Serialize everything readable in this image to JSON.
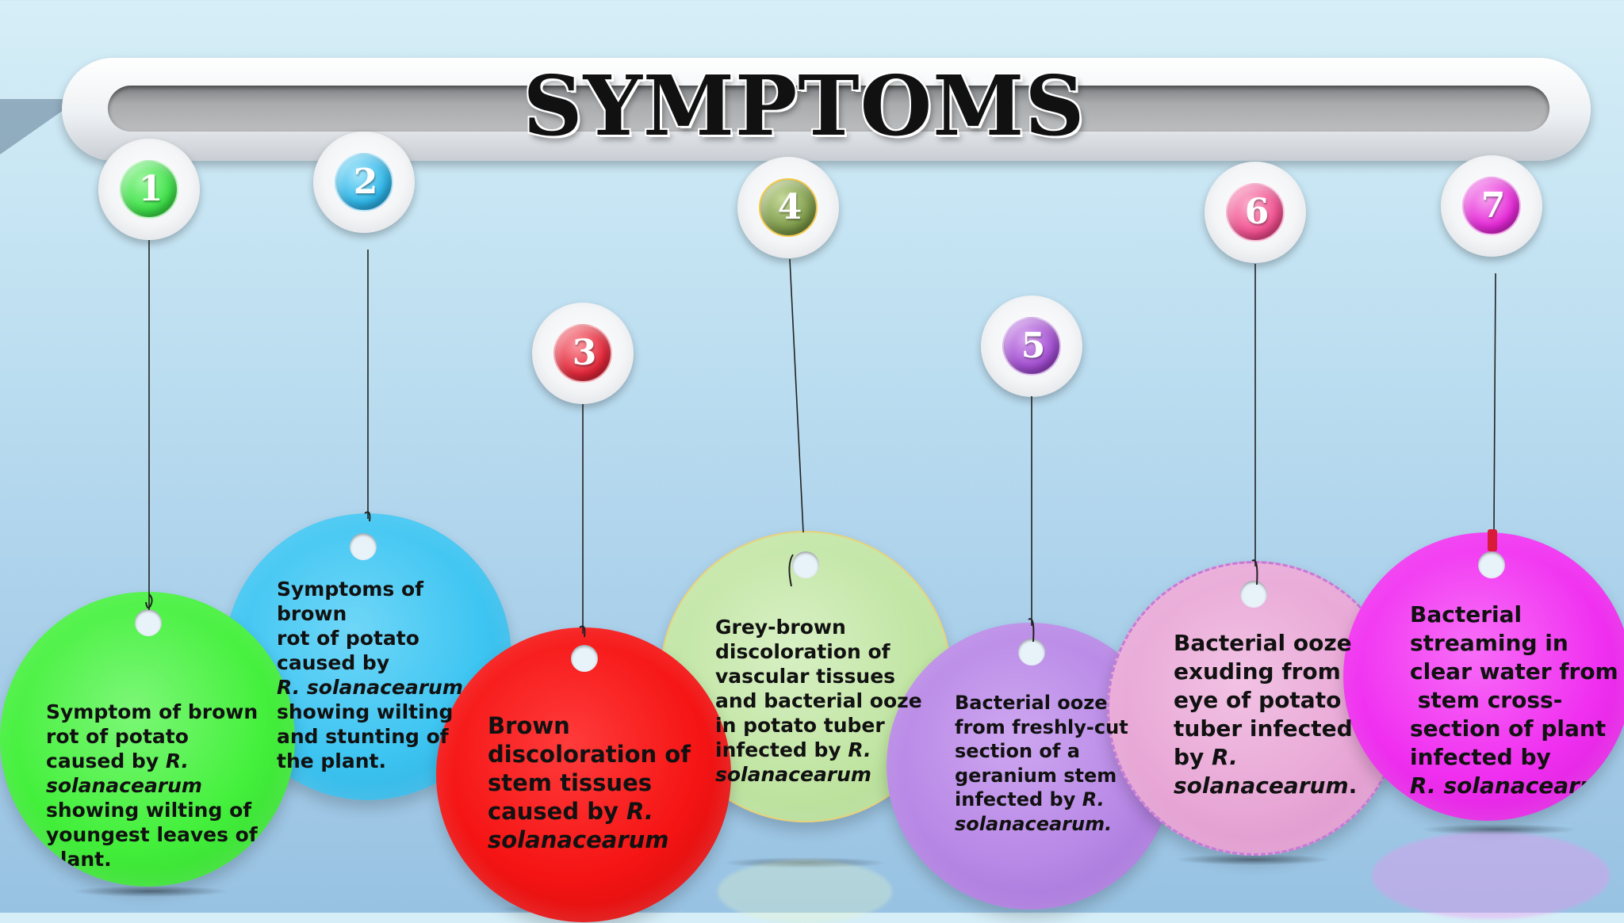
{
  "title": "SYMPTOMS",
  "colors": {
    "background": "#b4d7ee",
    "badge_1": "#3fe04a",
    "badge_2": "#2fb6e8",
    "badge_3": "#e3283a",
    "badge_4": "#7d9a4a",
    "badge_5": "#a24fd0",
    "badge_6": "#f0508f",
    "badge_7": "#e62ad8",
    "tag_1": "#44f03c",
    "tag_2": "#3ec5f2",
    "tag_3": "#f51414",
    "tag_4": "#bfe4a1",
    "tag_5": "#b888e6",
    "tag_6": "#e8a7d6",
    "tag_7": "#f02ff0"
  },
  "items": [
    {
      "number": "1",
      "lines": [
        "Symptom of brown",
        "rot  of potato",
        "caused by *R.*",
        "*solanacearum*",
        "showing  wilting of",
        "youngest  leaves of",
        "plant."
      ]
    },
    {
      "number": "2",
      "lines": [
        "Symptoms of",
        "brown",
        "rot of potato",
        "caused by",
        "*R. solanacearum*",
        "showing wilting",
        "and  stunting of",
        "the plant."
      ]
    },
    {
      "number": "3",
      "lines": [
        "Brown",
        "discoloration of",
        "stem tissues",
        "caused  by *R.*",
        "*solanacearum*"
      ]
    },
    {
      "number": "4",
      "lines": [
        "Grey-brown",
        "discoloration of",
        "vascular tissues",
        "and  bacterial ooze",
        "in potato  tuber",
        "infected by *R.*",
        "*solanacearum*"
      ]
    },
    {
      "number": "5",
      "lines": [
        "Bacterial ooze",
        "from  freshly-cut",
        "section  of a",
        "geranium stem",
        "infected by *R.*",
        "*solanacearum.*"
      ]
    },
    {
      "number": "6",
      "lines": [
        "Bacterial ooze",
        "exuding from",
        "eye of  potato",
        "tuber  infected",
        "by *R.*",
        "*solanacearum*."
      ]
    },
    {
      "number": "7",
      "lines": [
        "Bacterial",
        "streaming  in",
        "clear water from",
        " stem cross-",
        "section  of plant",
        "infected by",
        "*R. solanacearum*."
      ]
    }
  ]
}
